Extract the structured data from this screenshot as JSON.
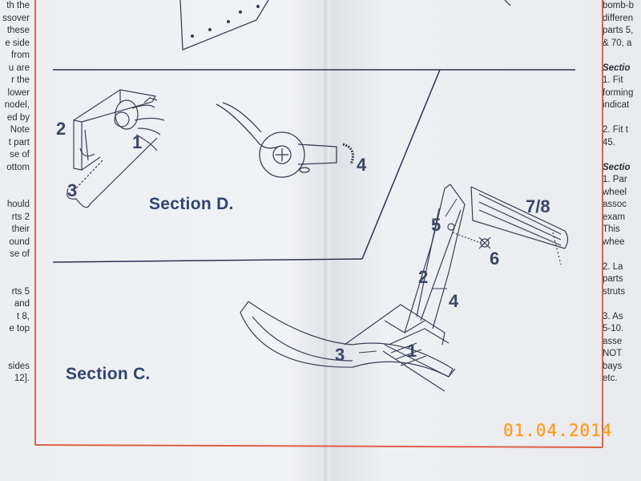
{
  "left_column_lines": [
    "th the",
    "ssover",
    "these",
    "e side",
    "from",
    "u are",
    "r the",
    "lower",
    "nodel,",
    "ed by",
    "Note",
    "t part",
    "se of",
    "ottom",
    "",
    "",
    "hould",
    "rts 2",
    "their",
    "ound",
    "se of",
    "",
    "",
    "rts 5",
    "and",
    "t 8,",
    "e top",
    "",
    "",
    "sides",
    "12]."
  ],
  "right_column_lines": [
    "bomb-b",
    "differen",
    "parts 5,",
    "& 70, a",
    "",
    "Sectio",
    "1. Fit",
    "forming",
    "indicat",
    "",
    "2. Fit t",
    "45.",
    "",
    "Sectio",
    "1. Par",
    "wheel",
    "assoc",
    "exam",
    "This",
    "whee",
    "",
    "2. La",
    "parts",
    "struts",
    "",
    "3. As",
    "5-10.",
    "asse",
    "NOT",
    "bays",
    "etc."
  ],
  "sections": {
    "d_label": "Section D.",
    "c_label": "Section C."
  },
  "diagram_d_numbers": {
    "n2": "2",
    "n1": "1",
    "n3": "3",
    "n4": "4"
  },
  "diagram_c_numbers": {
    "n78": "7/8",
    "n5": "5",
    "n6": "6",
    "n2": "2",
    "n4": "4",
    "n3": "3",
    "n1": "1"
  },
  "timestamp": "01.04.2014",
  "colors": {
    "border": "#e0604a",
    "ink": "#2f4470",
    "date": "#ff9a1a"
  }
}
